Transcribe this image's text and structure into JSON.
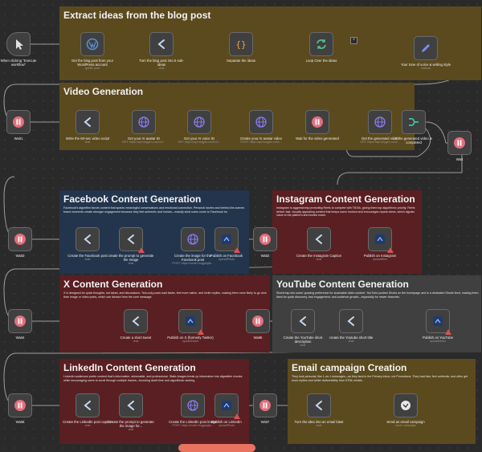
{
  "sections": [
    {
      "id": "blog",
      "title": "Extract ideas from the blog post",
      "desc": "",
      "color": "#5b4a1e"
    },
    {
      "id": "video",
      "title": "Video Generation",
      "desc": "",
      "color": "#5b4a1e"
    },
    {
      "id": "facebook",
      "title": "Facebook Content Generation",
      "desc": "Facebook's algorithm favors content that sparks meaningful conversations and emotional connection. Personal stories and behind-the-scenes brand moments create stronger engagement because they feel authentic and human—exactly what users come to Facebook for.",
      "color": "#23354d"
    },
    {
      "id": "instagram",
      "title": "Instagram Content Generation",
      "desc": "Instagram is aggressively promoting Reels to compete with TikTok, giving them top algorithmic priority. Reels deliver fast, visually appealing content that keeps users hooked and encourages repeat views, which signals value to the platform and boosts reach.",
      "color": "#5a1f22"
    },
    {
      "id": "x",
      "title": "X Content Generation",
      "desc": "X is designed for quick thoughts, hot takes, and discussions. Text-only posts load faster, feel more native, and invite replies, making them more likely to go viral than image or video posts, which can distract from the core message.",
      "color": "#5a1f22"
    },
    {
      "id": "youtube",
      "title": "YouTube Content Generation",
      "desc": "Shorts tap into users' growing preference for snackable video content. YouTube pushes Shorts on the homepage and in a dedicated Shorts feed, making them ideal for quick discovery, fast engagement, and audience growth—especially for newer channels.",
      "color": "#404040"
    },
    {
      "id": "linkedin",
      "title": "LinkedIn Content Generation",
      "desc": "LinkedIn audiences prefer content that's informative, skimmable, and professional. Static images break up information into digestible chunks while encouraging users to scroll through multiple frames—boosting dwell time and algorithmic ranking.",
      "color": "#5a1f22"
    },
    {
      "id": "email",
      "title": "Email campaign Creation",
      "desc": "They look personal, like 1-on-1 messages—as they land in the Primary inbox, not Promotions. They load fast, feel authentic, and often get more replies and better deliverability than HTML emails.",
      "color": "#5b4a1e"
    }
  ],
  "nodes": [
    {
      "id": "trigger",
      "icon": "cursor-icon",
      "label": "When clicking \"Execute workflow\"",
      "sub": ""
    },
    {
      "id": "get-blog",
      "icon": "wordpress-icon",
      "label": "Get the blog post from your WordPress account",
      "sub": "getAll: post"
    },
    {
      "id": "turn-ideas",
      "icon": "chain-icon",
      "label": "Turn the blog post into 5 sub-ideas",
      "sub": "chat"
    },
    {
      "id": "separate",
      "icon": "braces-icon",
      "label": "Separate the ideas",
      "sub": ""
    },
    {
      "id": "loop",
      "icon": "loop-icon",
      "label": "Loop Over the ideas",
      "sub": ""
    },
    {
      "id": "tone",
      "icon": "pencil-icon",
      "label": "Your tone of voice & writing style",
      "sub": "manual"
    },
    {
      "id": "wait1",
      "icon": "pause-icon",
      "label": "Wait1",
      "sub": ""
    },
    {
      "id": "script",
      "icon": "chain-icon",
      "label": "Write the 60-sec video script",
      "sub": "chat"
    },
    {
      "id": "avatar-id",
      "icon": "globe-icon",
      "label": "Get your AI avatar ID",
      "sub": "GET: https://api.heygen.com/v2/..."
    },
    {
      "id": "voice-id",
      "icon": "globe-icon",
      "label": "Get your AI voice ID",
      "sub": "GET: https://api.heygen.com/v2/..."
    },
    {
      "id": "create-video",
      "icon": "globe-icon",
      "label": "Create your AI avatar video",
      "sub": "POST: https://api.heygen.com/..."
    },
    {
      "id": "wait-video",
      "icon": "pause-icon",
      "label": "Wait for the video generated",
      "sub": ""
    },
    {
      "id": "get-video",
      "icon": "globe-icon",
      "label": "Get the generated video",
      "sub": "GET: https://api.heygen.com/..."
    },
    {
      "id": "if-video",
      "icon": "if-icon",
      "label": "If the generated video is completed",
      "sub": ""
    },
    {
      "id": "wait",
      "icon": "pause-icon",
      "label": "Wait",
      "sub": ""
    },
    {
      "id": "wait3",
      "icon": "pause-icon",
      "label": "Wait3",
      "sub": ""
    },
    {
      "id": "fb-post",
      "icon": "chain-icon",
      "label": "Create the Facebook post",
      "sub": "chat"
    },
    {
      "id": "fb-prompt",
      "icon": "chain-icon",
      "label": "create the prompt to generate the image",
      "sub": "chat"
    },
    {
      "id": "fb-image",
      "icon": "globe-icon",
      "label": "Create the image for the Facebook post",
      "sub": "POST: https://router.huggingfa..."
    },
    {
      "id": "fb-publish",
      "icon": "upload-icon",
      "label": "Publish on Facebook",
      "sub": "uploadPhoto"
    },
    {
      "id": "wait2",
      "icon": "pause-icon",
      "label": "Wait2",
      "sub": ""
    },
    {
      "id": "ig-caption",
      "icon": "chain-icon",
      "label": "Create the Instagram Caption",
      "sub": "chat"
    },
    {
      "id": "ig-publish",
      "icon": "upload-icon",
      "label": "Publish on Instagram",
      "sub": "uploadReel"
    },
    {
      "id": "wait4",
      "icon": "pause-icon",
      "label": "Wait4",
      "sub": ""
    },
    {
      "id": "tweet",
      "icon": "chain-icon",
      "label": "Create a short tweet",
      "sub": "chat"
    },
    {
      "id": "x-publish",
      "icon": "upload-icon",
      "label": "Publish on X (formerly Twitter)",
      "sub": "uploadTweet"
    },
    {
      "id": "wait5",
      "icon": "pause-icon",
      "label": "Wait5",
      "sub": ""
    },
    {
      "id": "yt-desc",
      "icon": "chain-icon",
      "label": "Create the YouTube short description",
      "sub": "chat"
    },
    {
      "id": "yt-title",
      "icon": "chain-icon",
      "label": "create the Youtube short title",
      "sub": "chat"
    },
    {
      "id": "yt-publish",
      "icon": "upload-icon",
      "label": "Publish on YouTube",
      "sub": "uploadShort"
    },
    {
      "id": "wait6",
      "icon": "pause-icon",
      "label": "Wait6",
      "sub": ""
    },
    {
      "id": "li-caption",
      "icon": "chain-icon",
      "label": "Create the LinkedIn post caption",
      "sub": "chat"
    },
    {
      "id": "li-prompt",
      "icon": "chain-icon",
      "label": "Create the prompt to generate the image for...",
      "sub": "chat"
    },
    {
      "id": "li-image",
      "icon": "globe-icon",
      "label": "Create the LinkedIn post image",
      "sub": "POST: https://router.huggingfa..."
    },
    {
      "id": "li-publish",
      "icon": "upload-icon",
      "label": "Publish on LinkedIn",
      "sub": "uploadPhoto"
    },
    {
      "id": "wait7",
      "icon": "pause-icon",
      "label": "Wait7",
      "sub": ""
    },
    {
      "id": "email-blast",
      "icon": "chain-icon",
      "label": "Turn the idea into an email blast",
      "sub": "chat"
    },
    {
      "id": "email-send",
      "icon": "email-sender-icon",
      "label": "Send an email campaign",
      "sub": "send: campaign"
    }
  ],
  "colors": {
    "canvas": "#2a2a2a",
    "node": "#404040",
    "wire": "#a8a8a8",
    "accent": "#e8735f",
    "warning": "#d9534f"
  }
}
